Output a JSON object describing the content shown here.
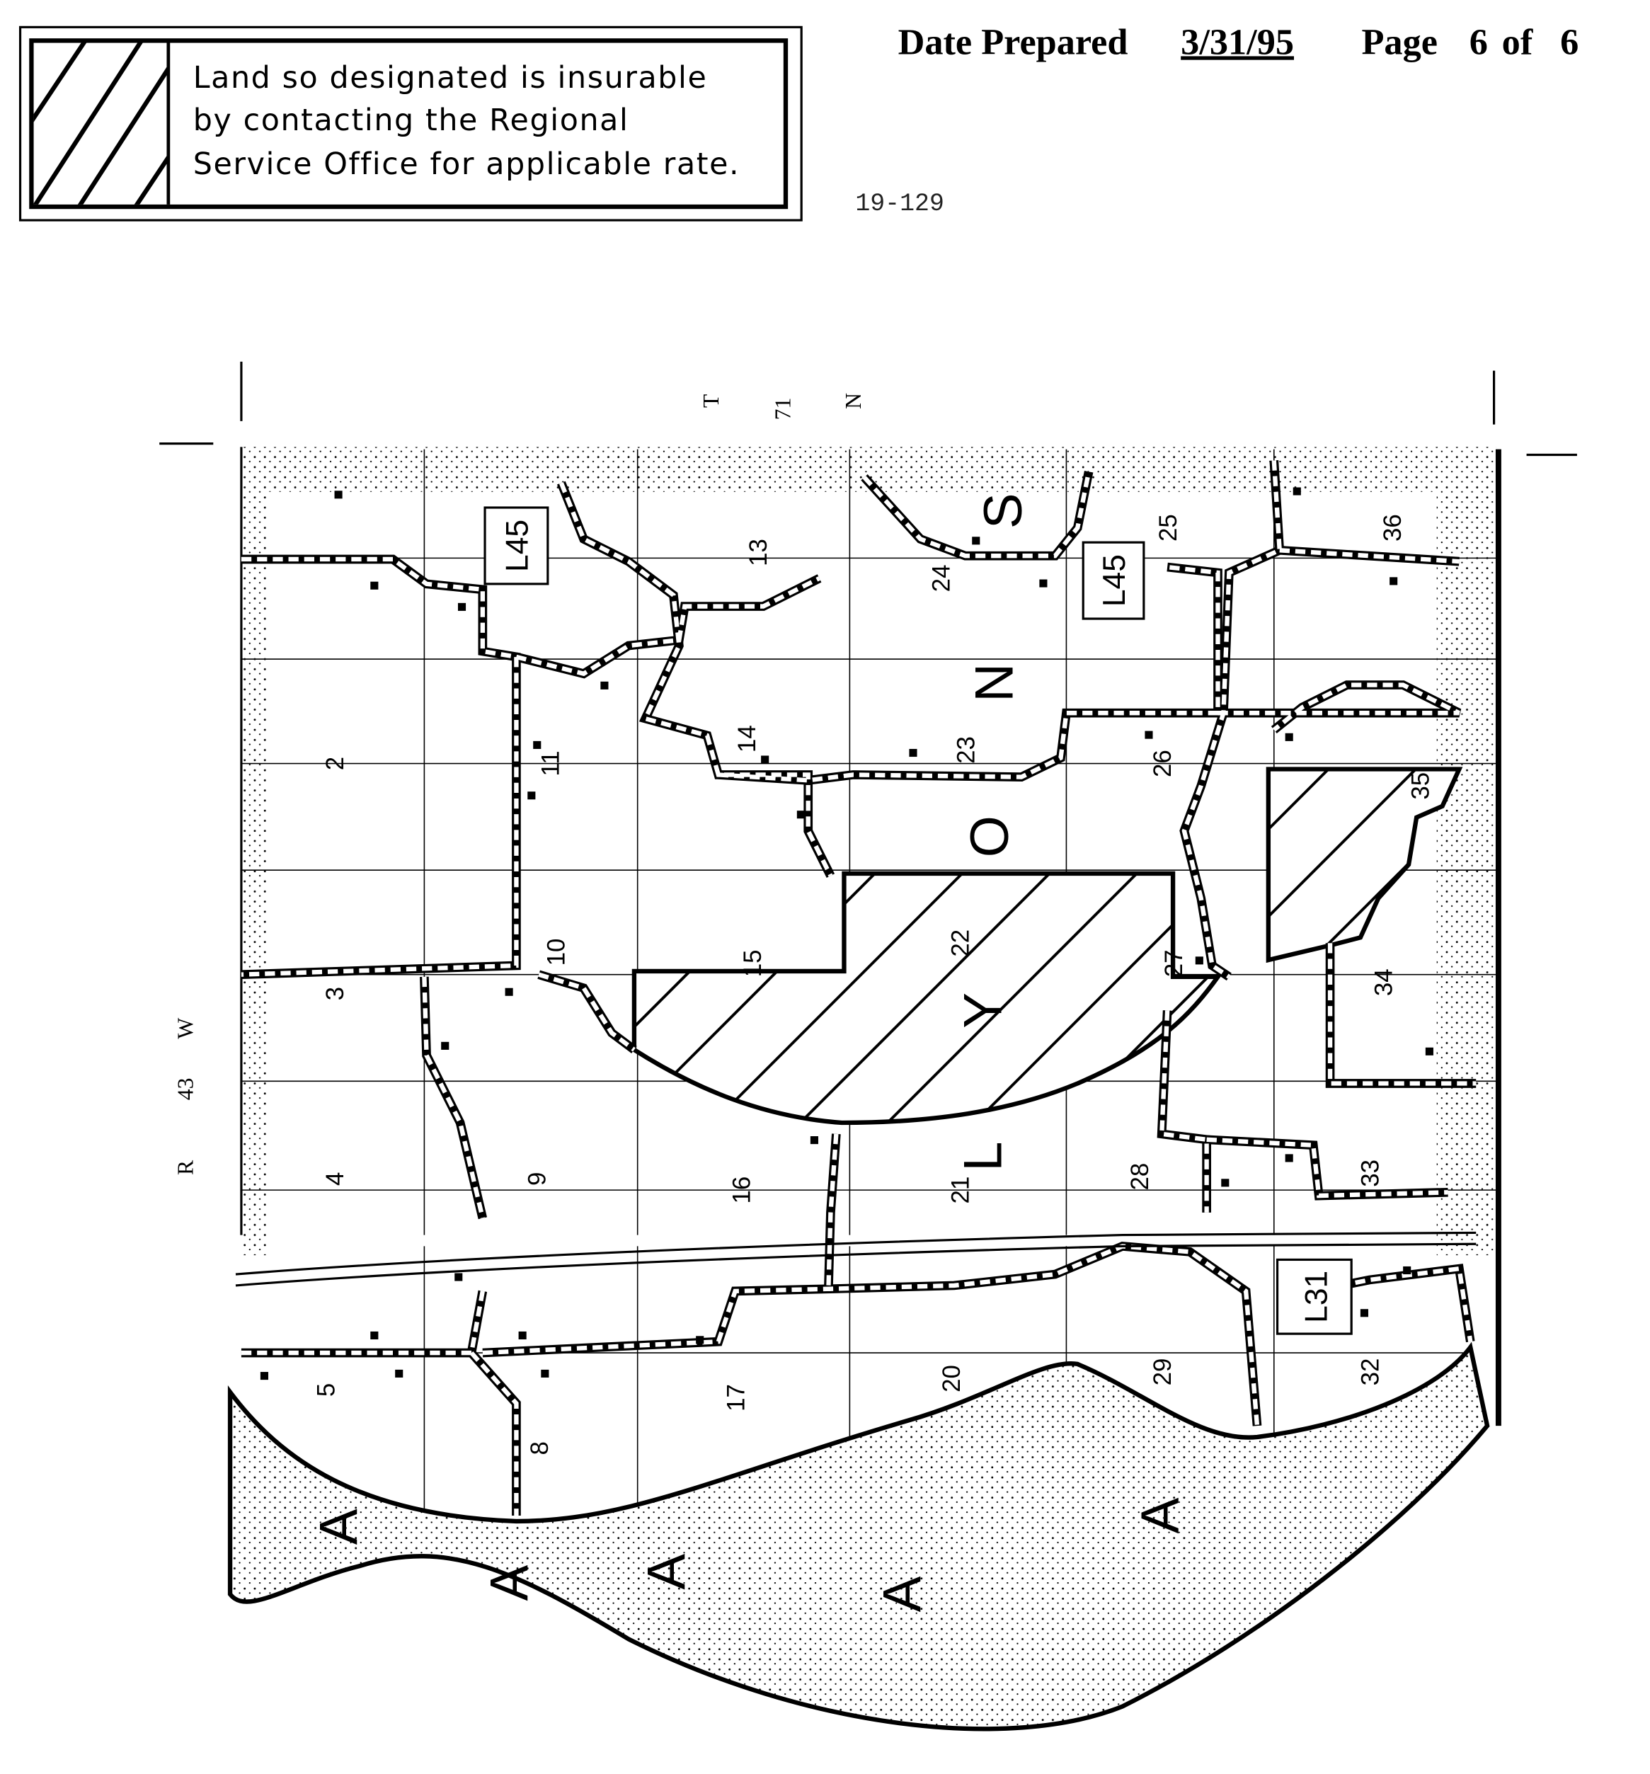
{
  "legend": {
    "lines": [
      "Land so designated is insurable",
      "by contacting the Regional",
      "Service Office for applicable rate."
    ],
    "pattern": "diagonal-hatch"
  },
  "header": {
    "date_label": "Date Prepared",
    "date_value": "3/31/95",
    "page_label": "Page",
    "page_current": "6",
    "page_of": "of",
    "page_total": "6",
    "doc_number": "19-129"
  },
  "map": {
    "township": [
      "T",
      "71",
      "N"
    ],
    "range": [
      "R",
      "43",
      "W"
    ],
    "county_letters": [
      "S",
      "N",
      "O",
      "Y",
      "L"
    ],
    "lake_letters": [
      "A",
      "A",
      "A",
      "A",
      "A"
    ],
    "levee_labels": [
      "L45",
      "L45",
      "L31"
    ],
    "sections": [
      "13",
      "14",
      "23",
      "26",
      "25",
      "36",
      "24",
      "11",
      "2",
      "10",
      "3",
      "15",
      "22",
      "27",
      "35",
      "34",
      "4",
      "9",
      "16",
      "21",
      "28",
      "33",
      "5",
      "8",
      "17",
      "20",
      "29",
      "32"
    ]
  }
}
